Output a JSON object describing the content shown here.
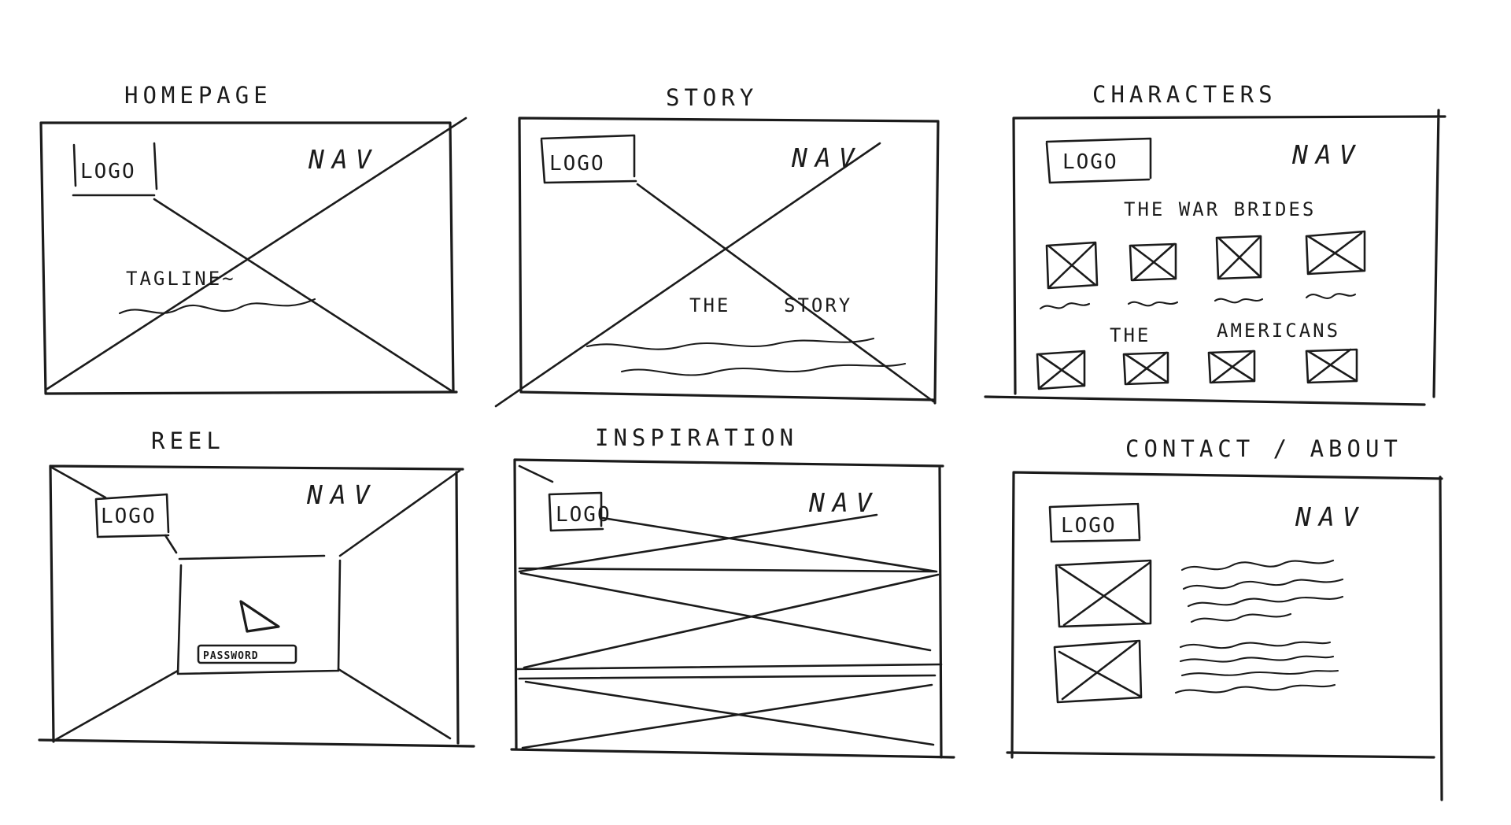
{
  "wireframes": {
    "homepage": {
      "title": "HOMEPAGE",
      "logo": "LOGO",
      "nav": "NAV",
      "tagline": "TAGLINE~"
    },
    "story": {
      "title": "STORY",
      "logo": "LOGO",
      "nav": "NAV",
      "heading_the": "THE",
      "heading_story": "STORY"
    },
    "characters": {
      "title": "CHARACTERS",
      "logo": "LOGO",
      "nav": "NAV",
      "group_1": "THE WAR BRIDES",
      "group_2_the": "THE",
      "group_2_name": "AMERICANS"
    },
    "reel": {
      "title": "REEL",
      "logo": "LOGO",
      "nav": "NAV",
      "password": "PASSWORD"
    },
    "inspiration": {
      "title": "INSPIRATION",
      "logo": "LOGO",
      "nav": "NAV"
    },
    "contact": {
      "title": "CONTACT / ABOUT",
      "logo": "LOGO",
      "nav": "NAV"
    }
  },
  "colors": {
    "ink": "#1b1b1b",
    "paper": "#ffffff"
  }
}
